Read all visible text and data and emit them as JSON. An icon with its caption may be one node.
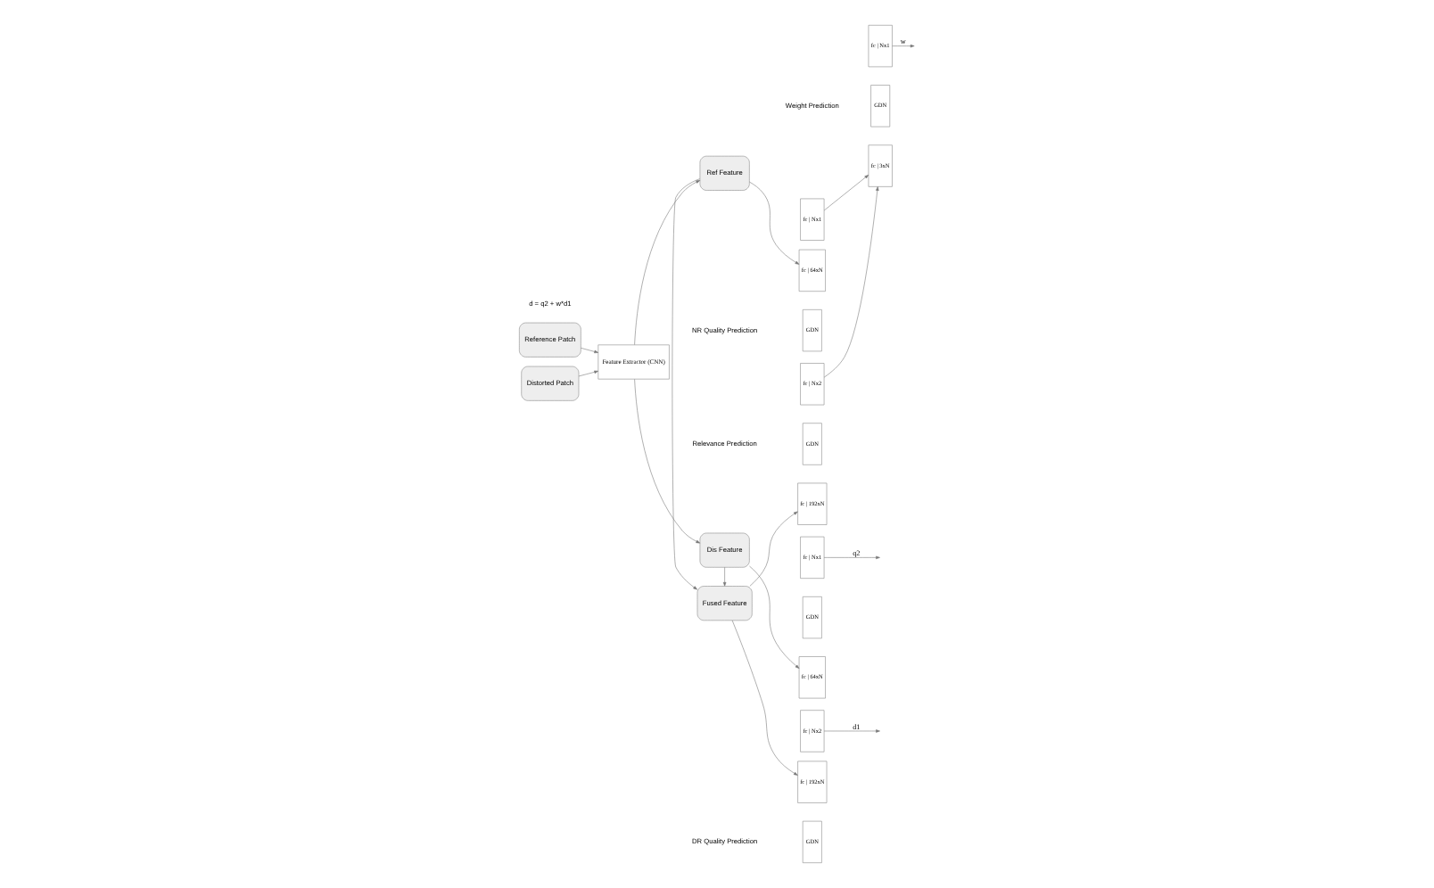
{
  "diagram": {
    "nodes": [
      {
        "text": [
          "Reference Patch"
        ]
      },
      {
        "text": [
          "Distorted Patch"
        ]
      },
      {
        "text": [
          "Feature Extractor (CNN)"
        ]
      },
      {
        "text": [
          "Ref Feature"
        ]
      },
      {
        "text": [
          "Fused Feature"
        ]
      },
      {
        "text": [
          "Dis Feature"
        ]
      },
      {
        "text": [
          "fc | 64xN"
        ]
      },
      {
        "text": [
          "GDN"
        ]
      },
      {
        "text": [
          "fc | Nx1"
        ]
      },
      {
        "text": [
          "fc | 192xN"
        ]
      },
      {
        "text": [
          "GDN"
        ]
      },
      {
        "text": [
          "fc | Nx2"
        ]
      },
      {
        "text": [
          "fc | 3xN"
        ]
      },
      {
        "text": [
          "GDN"
        ]
      },
      {
        "text": [
          "fc | Nx1"
        ]
      },
      {
        "text": [
          "fc | 192xN"
        ]
      },
      {
        "text": [
          "GDN"
        ]
      },
      {
        "text": [
          "fc | Nx2"
        ]
      },
      {
        "text": [
          "fc | 64xN"
        ]
      },
      {
        "text": [
          "GDN"
        ]
      },
      {
        "text": [
          "fc | Nx1"
        ]
      }
    ],
    "edges": [
      {
        "from": 0,
        "to": 2,
        "arrow": "to"
      },
      {
        "from": 1,
        "to": 2,
        "arrow": "to"
      },
      {
        "from": 2,
        "to": 3,
        "arrow": "to"
      },
      {
        "from": 2,
        "to": 5,
        "arrow": "to"
      },
      {
        "from": 3,
        "to": 4,
        "arrow": "to"
      },
      {
        "from": 5,
        "to": 4,
        "arrow": "to"
      },
      {
        "from": 3,
        "to": 6,
        "arrow": "to"
      },
      {
        "from": 4,
        "to": 9,
        "arrow": "to"
      },
      {
        "from": 4,
        "to": 15,
        "arrow": "to"
      },
      {
        "from": 5,
        "to": 18,
        "arrow": "to"
      },
      {
        "from": 8,
        "to": 12,
        "arrow": "to"
      },
      {
        "from": 11,
        "to": 12,
        "arrow": "to"
      },
      {
        "from": 14,
        "to": null,
        "arrow": "to",
        "label": "w"
      },
      {
        "from": 17,
        "to": null,
        "arrow": "to",
        "label": "d1"
      },
      {
        "from": 20,
        "to": null,
        "arrow": "to",
        "label": "q2"
      }
    ],
    "labels": [
      "NR Quality Prediction",
      "Weight Prediction",
      "Relevance Prediction",
      "DR Quality Prediction",
      "d = q2 + w*d1"
    ]
  }
}
